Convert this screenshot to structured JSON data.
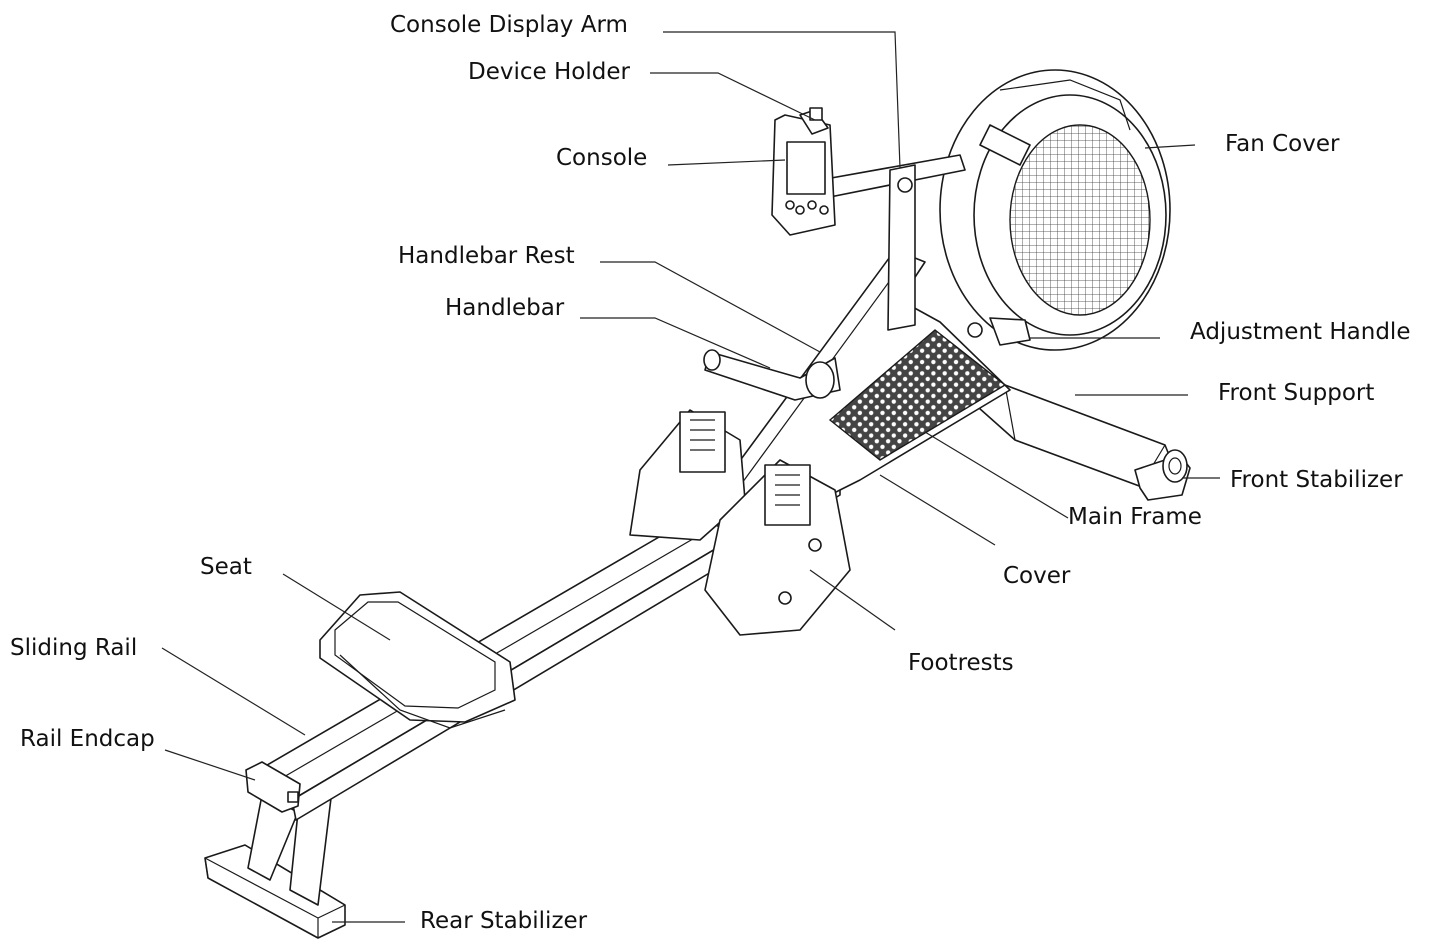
{
  "labels": {
    "console_display_arm": "Console Display Arm",
    "device_holder": "Device Holder",
    "console": "Console",
    "fan_cover": "Fan Cover",
    "handlebar_rest": "Handlebar Rest",
    "handlebar": "Handlebar",
    "adjustment_handle": "Adjustment Handle",
    "front_support": "Front Support",
    "front_stabilizer": "Front Stabilizer",
    "main_frame": "Main Frame",
    "cover": "Cover",
    "footrests": "Footrests",
    "seat": "Seat",
    "sliding_rail": "Sliding Rail",
    "rail_endcap": "Rail Endcap",
    "rear_stabilizer": "Rear Stabilizer"
  }
}
